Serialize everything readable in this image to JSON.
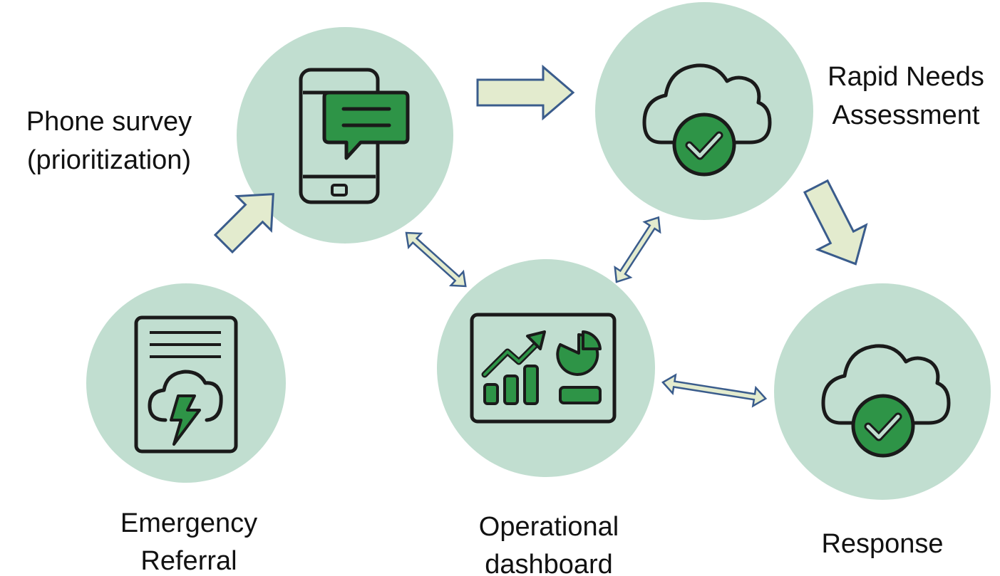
{
  "diagram": {
    "nodes": {
      "emergency_referral": {
        "label_line1": "Emergency",
        "label_line2": "Referral",
        "icon": "weather-document-icon"
      },
      "phone_survey": {
        "label_line1": "Phone survey",
        "label_line2": "(prioritization)",
        "icon": "phone-chat-icon"
      },
      "rapid_needs": {
        "label_line1": "Rapid Needs",
        "label_line2": "Assessment",
        "icon": "cloud-check-icon"
      },
      "dashboard": {
        "label_line1": "Operational",
        "label_line2": "dashboard",
        "icon": "analytics-dashboard-icon"
      },
      "response": {
        "label_line1": "Response",
        "icon": "cloud-check-icon"
      }
    },
    "edges": [
      {
        "from": "emergency_referral",
        "to": "phone_survey",
        "type": "one-way"
      },
      {
        "from": "phone_survey",
        "to": "rapid_needs",
        "type": "one-way"
      },
      {
        "from": "rapid_needs",
        "to": "response",
        "type": "one-way"
      },
      {
        "from": "phone_survey",
        "to": "dashboard",
        "type": "two-way"
      },
      {
        "from": "rapid_needs",
        "to": "dashboard",
        "type": "two-way"
      },
      {
        "from": "dashboard",
        "to": "response",
        "type": "two-way"
      }
    ],
    "colors": {
      "circle_fill": "#c1ded0",
      "arrow_fill": "#e3ebce",
      "arrow_stroke": "#3a5c8c",
      "icon_green": "#2e9447",
      "icon_outline": "#1a1a1a"
    }
  }
}
